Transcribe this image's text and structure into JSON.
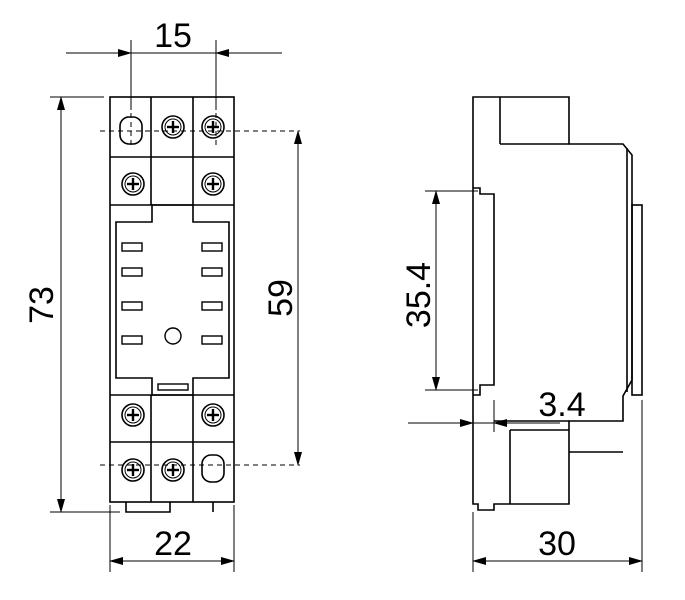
{
  "dimensions": {
    "top_width": "15",
    "overall_height": "73",
    "mounting_height": "59",
    "bottom_width": "22",
    "rail_height": "35.4",
    "rail_offset": "3.4",
    "depth": "30"
  }
}
